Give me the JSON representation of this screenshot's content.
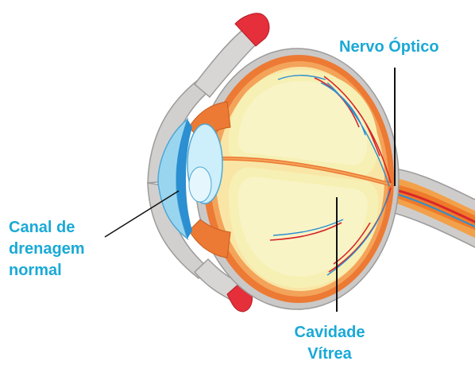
{
  "labels": {
    "optic_nerve": "Nervo Óptico",
    "drainage_canal": [
      "Canal de",
      "drenagem",
      "normal"
    ],
    "vitreous_cavity": [
      "Cavidade",
      "Vítrea"
    ]
  },
  "colors": {
    "label": "#1aa9d6",
    "sclera": "#c9c7c6",
    "choroid": "#e9762e",
    "vitreous": "#f7f0b4",
    "lens": "#cdeefb",
    "cornea": "#9ad5f0",
    "muscle": "#e52f3a",
    "vessel_red": "#d9262a",
    "vessel_blue": "#2b8fd1"
  }
}
